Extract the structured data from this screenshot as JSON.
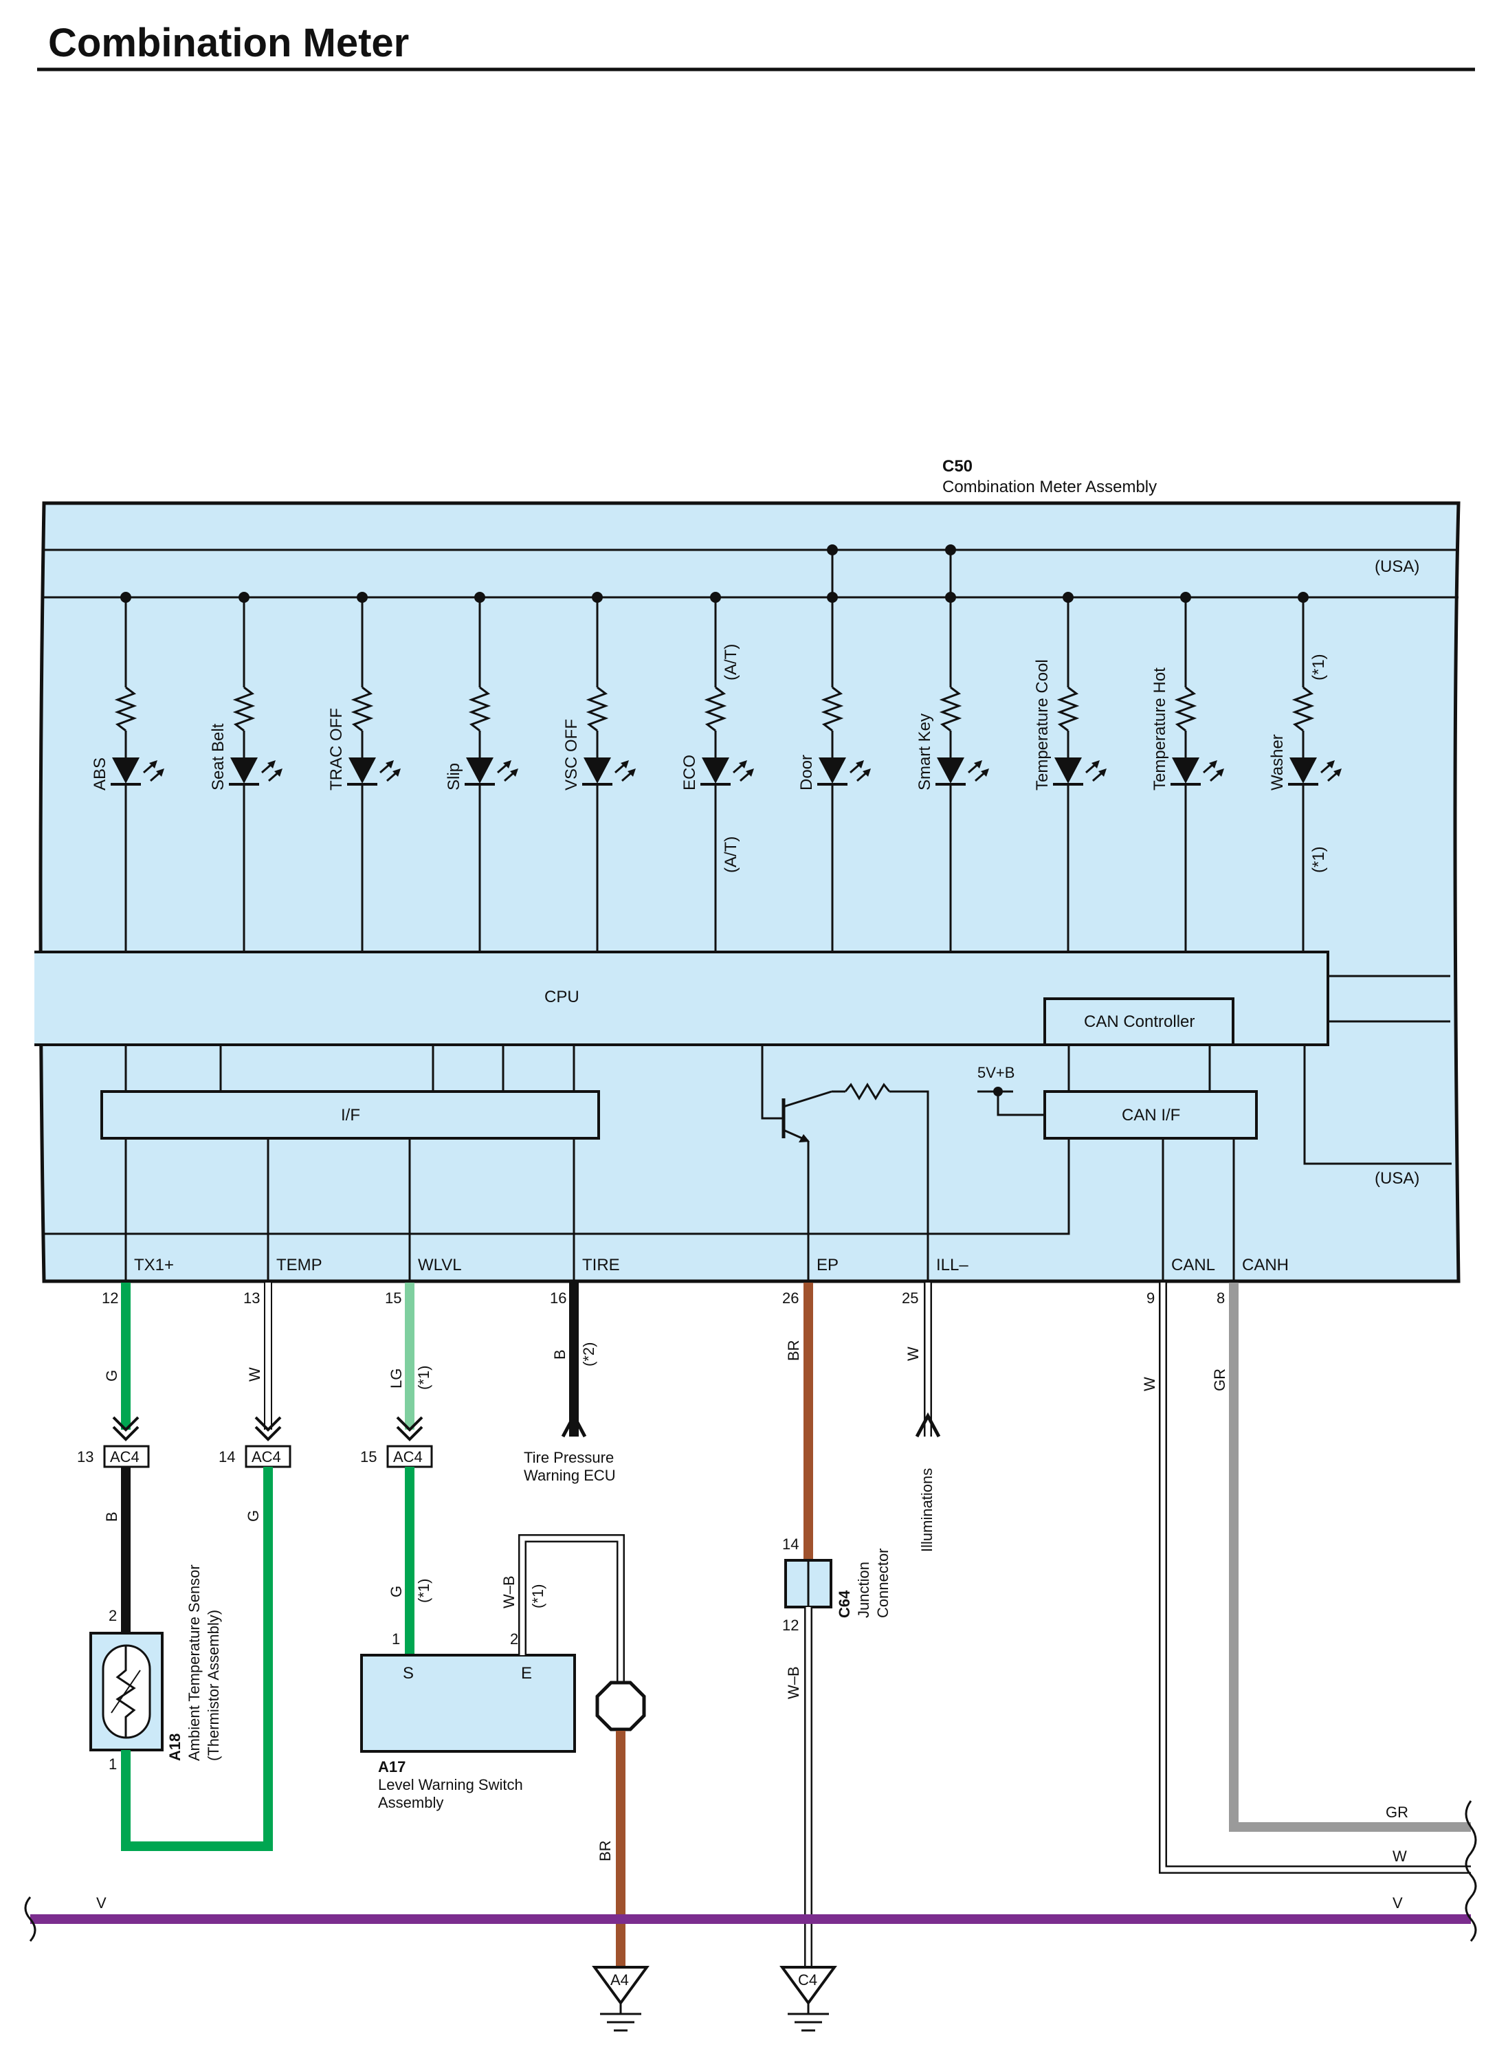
{
  "page": {
    "title": "Combination Meter"
  },
  "meter": {
    "code": "C50",
    "name": "Combination Meter Assembly",
    "usa_top": "(USA)",
    "usa_bottom": "(USA)",
    "cpu": "CPU",
    "can_controller": "CAN Controller",
    "interface": "I/F",
    "can_interface": "CAN I/F",
    "supply": "5V+B"
  },
  "indicators": [
    {
      "label": "ABS",
      "note_top": "",
      "note_bottom": ""
    },
    {
      "label": "Seat Belt",
      "note_top": "",
      "note_bottom": ""
    },
    {
      "label": "TRAC OFF",
      "note_top": "",
      "note_bottom": ""
    },
    {
      "label": "Slip",
      "note_top": "",
      "note_bottom": ""
    },
    {
      "label": "VSC OFF",
      "note_top": "",
      "note_bottom": ""
    },
    {
      "label": "ECO",
      "note_top": "(A/T)",
      "note_bottom": "(A/T)"
    },
    {
      "label": "Door",
      "note_top": "",
      "note_bottom": ""
    },
    {
      "label": "Smart Key",
      "note_top": "",
      "note_bottom": ""
    },
    {
      "label": "Temperature Cool",
      "note_top": "",
      "note_bottom": ""
    },
    {
      "label": "Temperature Hot",
      "note_top": "",
      "note_bottom": ""
    },
    {
      "label": "Washer",
      "note_top": "(*1)",
      "note_bottom": "(*1)"
    }
  ],
  "terminals": [
    {
      "name": "TX1+",
      "pin": "12",
      "color": "G",
      "note": ""
    },
    {
      "name": "TEMP",
      "pin": "13",
      "color": "W",
      "note": ""
    },
    {
      "name": "WLVL",
      "pin": "15",
      "color": "LG",
      "note": "(*1)"
    },
    {
      "name": "TIRE",
      "pin": "16",
      "color": "B",
      "note": "(*2)"
    },
    {
      "name": "EP",
      "pin": "26",
      "color": "BR",
      "note": ""
    },
    {
      "name": "ILL–",
      "pin": "25",
      "color": "W",
      "note": ""
    },
    {
      "name": "CANL",
      "pin": "9",
      "color": "W",
      "note": ""
    },
    {
      "name": "CANH",
      "pin": "8",
      "color": "GR",
      "note": ""
    }
  ],
  "connectors": [
    {
      "code": "AC4",
      "pin": "13"
    },
    {
      "code": "AC4",
      "pin": "14"
    },
    {
      "code": "AC4",
      "pin": "15"
    }
  ],
  "wires": {
    "ac4_13_out": "B",
    "ac4_14_out": "G",
    "ac4_15_out": "G",
    "ac4_15_note": "(*1)",
    "a17_ground": "W–B",
    "a17_ground_note": "(*1)",
    "a17_to_a4": "BR",
    "c64_out": "W–B",
    "bus_gr": "GR",
    "bus_w": "W",
    "bus_v_right": "V",
    "bus_v_left": "V"
  },
  "components": {
    "tire_ecu_line1": "Tire Pressure",
    "tire_ecu_line2": "Warning ECU",
    "illuminations": "Illuminations",
    "a18_code": "A18",
    "a18_name1": "Ambient Temperature Sensor",
    "a18_name2": "(Thermistor Assembly)",
    "a18_pin_top": "2",
    "a18_pin_bottom": "1",
    "a17_code": "A17",
    "a17_name1": "Level Warning Switch",
    "a17_name2": "Assembly",
    "a17_pin_s": "1",
    "a17_pin_e": "2",
    "a17_s": "S",
    "a17_e": "E",
    "c64_code": "C64",
    "c64_name1": "Junction",
    "c64_name2": "Connector",
    "c64_pin_top": "14",
    "c64_pin_bottom": "12"
  },
  "grounds": [
    {
      "code": "A4"
    },
    {
      "code": "C4"
    }
  ],
  "colors": {
    "panel": "#cce9f8",
    "green": "#00a651",
    "light_green": "#7fcf9f",
    "brown": "#a0522d",
    "gray": "#9a9a9a",
    "violet": "#7b2d8e",
    "black": "#111111"
  }
}
